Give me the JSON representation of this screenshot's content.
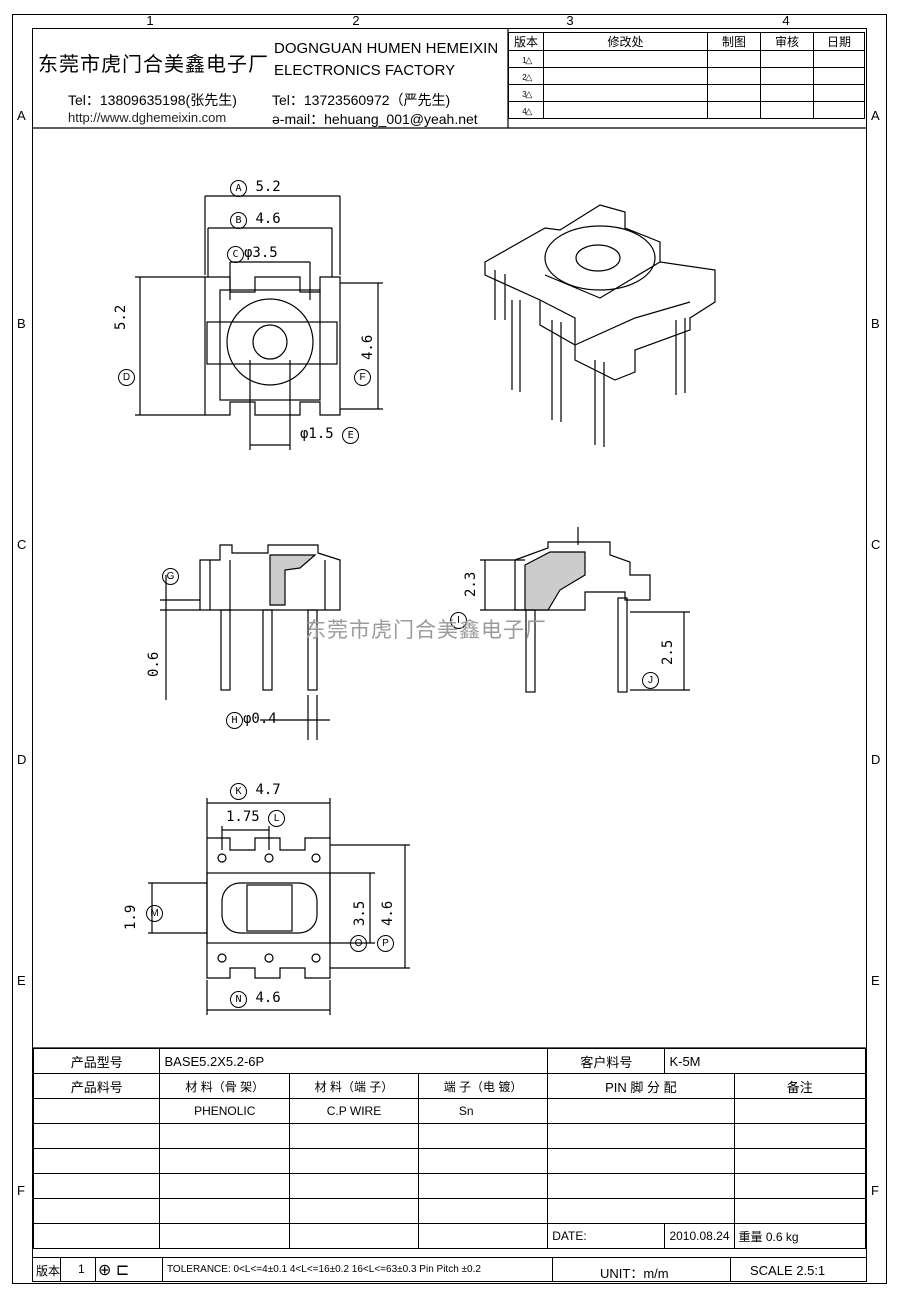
{
  "zones": {
    "cols": [
      "1",
      "2",
      "3",
      "4"
    ],
    "rows": [
      "A",
      "B",
      "C",
      "D",
      "E",
      "F"
    ]
  },
  "header": {
    "company_cn": "东莞市虎门合美鑫电子厂",
    "company_en_1": "DOGNGUAN HUMEN HEMEIXIN",
    "company_en_2": "ELECTRONICS FACTORY",
    "tel1": "Tel：13809635198(张先生)",
    "tel2": "Tel：13723560972（严先生)",
    "web": "http://www.dghemeixin.com",
    "email": "ə-mail：hehuang_001@yeah.net"
  },
  "rev_table": {
    "headers": [
      "版本",
      "修改处",
      "制图",
      "审核",
      "日期"
    ],
    "rows": [
      "1",
      "2",
      "3",
      "4"
    ]
  },
  "dims": {
    "A": "5.2",
    "B": "4.6",
    "C": "φ3.5",
    "D": "5.2",
    "E": "φ1.5",
    "F": "4.6",
    "G": "0.6",
    "H": "φ0.4",
    "I": "2.3",
    "J": "2.5",
    "K": "4.7",
    "L": "1.75",
    "M": "1.9",
    "N": "4.6",
    "O": "3.5",
    "P": "4.6"
  },
  "watermark": "东莞市虎门合美鑫电子厂",
  "bom": {
    "model_label": "产品型号",
    "model_value": "BASE5.2X5.2-6P",
    "customer_label": "客户料号",
    "customer_value": "K-5M",
    "part_label": "产品料号",
    "mat1_label": "材 料（骨 架）",
    "mat2_label": "材 料（端 子）",
    "term_label": "端 子（电 镀）",
    "pin_label": "PIN 脚 分 配",
    "remark_label": "备注",
    "mat1_value": "PHENOLIC",
    "mat2_value": "C.P WIRE",
    "term_value": "Sn",
    "date_label": "DATE:",
    "date_value": "2010.08.24",
    "weight_label": "重量",
    "weight_value": "0.6 kg",
    "unit": "UNIT：m/m",
    "scale": "SCALE  2.5:1",
    "version_label": "版本",
    "version_value": "1",
    "tolerance": "TOLERANCE:  0<L<=4±0.1  4<L<=16±0.2  16<L<=63±0.3  Pin Pitch  ±0.2"
  }
}
